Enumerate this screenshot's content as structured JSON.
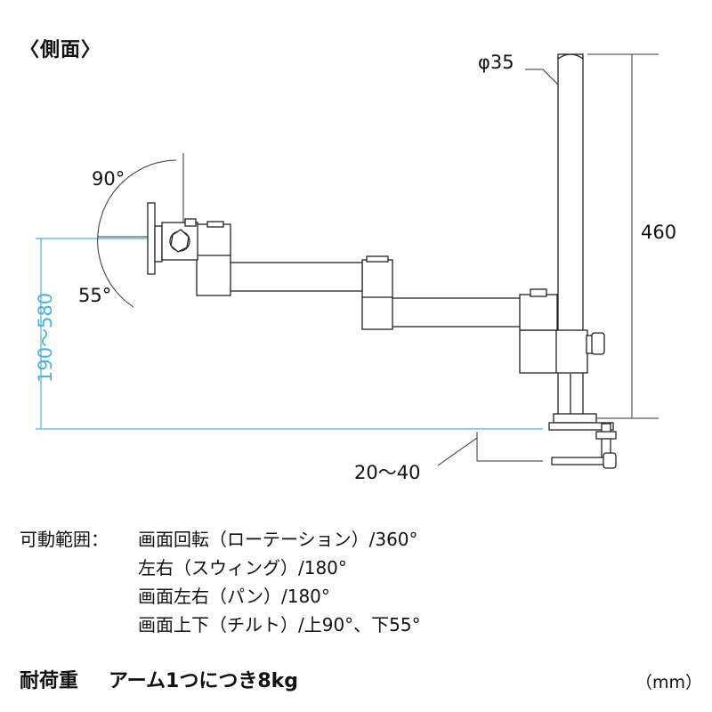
{
  "header": {
    "title": "〈側面〉"
  },
  "dimensions": {
    "pole_diameter": "φ35",
    "pole_height": "460",
    "height_range": "190〜580",
    "clamp_range": "20〜40",
    "tilt_up": "90°",
    "tilt_down": "55°"
  },
  "specs": {
    "range_label": "可動範囲：",
    "rotation": "画面回転（ローテーション）/360°",
    "swing": "左右（スウィング）/180°",
    "pan": "画面左右（パン）/180°",
    "tilt": "画面上下（チルト）/上90°、下55°"
  },
  "load": {
    "title": "耐荷重",
    "text": "アーム1つにつき8kg"
  },
  "unit": "（mm）",
  "colors": {
    "dimension_line": "#4db3d6",
    "line": "#222222"
  }
}
